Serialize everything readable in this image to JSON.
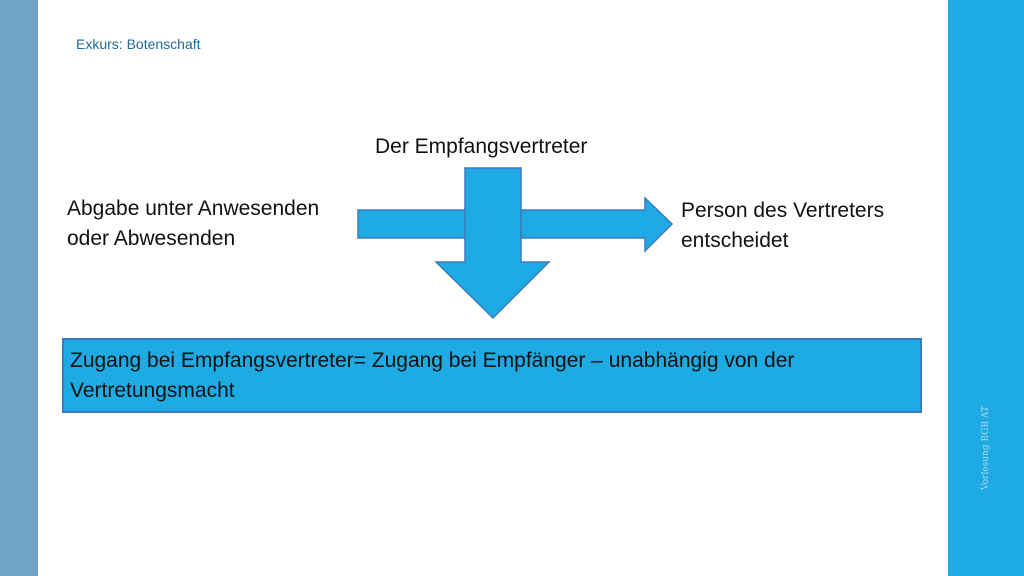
{
  "slide": {
    "title": "Exkurs: Botenschaft",
    "side_label": "Vorlesung BGB AT"
  },
  "diagram": {
    "top_label": "Der Empfangsvertreter",
    "left_label": "Abgabe unter Anwesenden oder Abwesenden",
    "right_label": "Person des Vertreters entscheidet",
    "result_text": "Zugang bei Empfangsvertreter= Zugang bei Empfänger – unabhängig von der Vertretungsmacht"
  },
  "colors": {
    "left_band": "#6fa3c8",
    "right_band": "#1eaae2",
    "arrow_fill": "#1eaae2",
    "arrow_stroke": "#3b7bbd",
    "result_fill": "#1eaae2",
    "title_text": "#1f6a96",
    "side_label_text": "#a9d9f0"
  }
}
